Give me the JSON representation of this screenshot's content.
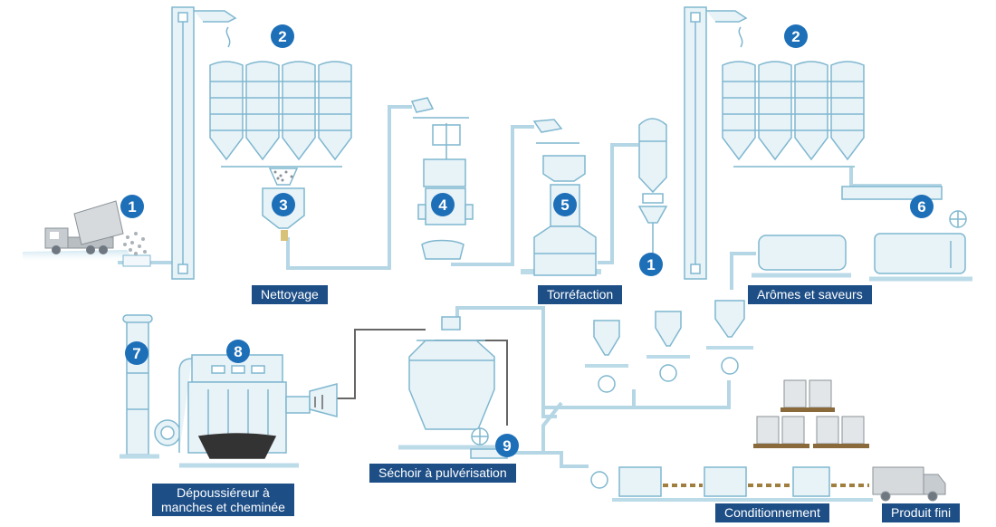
{
  "colors": {
    "badge": "#1d6fb8",
    "label_bg": "#1d4e86",
    "equipment_fill": "#e8f3f8",
    "equipment_stroke": "#7fb7cf",
    "dust_dark": "#333333"
  },
  "badges": {
    "truck": "1",
    "elevator_right": "1",
    "silos_left": "2",
    "silos_right": "2",
    "cleaner": "3",
    "grinder": "4",
    "roaster": "5",
    "flavour_unit": "6",
    "chimney": "7",
    "baghouse": "8",
    "spray_dryer": "9"
  },
  "labels": {
    "cleaning": "Nettoyage",
    "roasting": "Torréfaction",
    "flavours": "Arômes et saveurs",
    "dust_collector_line1": "Dépoussiéreur à",
    "dust_collector_line2": "manches et cheminée",
    "spray_dryer": "Séchoir à pulvérisation",
    "packaging": "Conditionnement",
    "finished_product": "Produit fini"
  }
}
